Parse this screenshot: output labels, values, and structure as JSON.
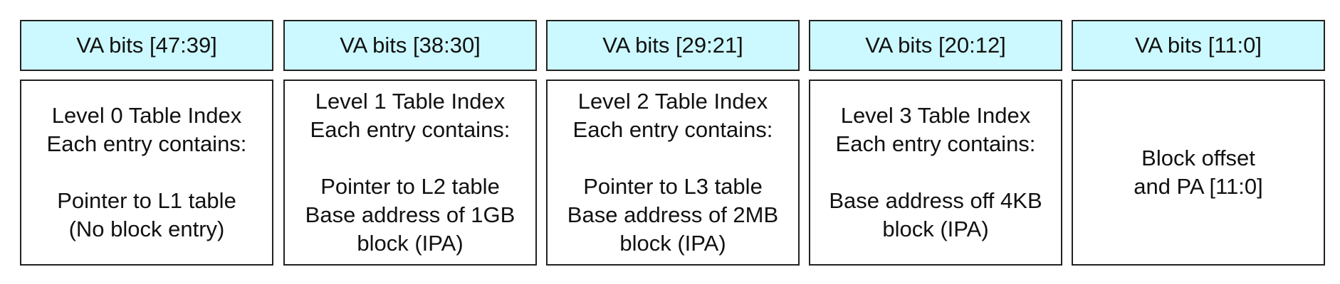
{
  "columns": [
    {
      "header": "VA bits [47:39]",
      "lines": [
        "Level 0 Table Index",
        "Each entry contains:",
        "",
        "Pointer to L1 table",
        "(No block entry)"
      ]
    },
    {
      "header": "VA bits [38:30]",
      "lines": [
        "Level 1 Table Index",
        "Each entry contains:",
        "",
        "Pointer to L2 table",
        "Base address of 1GB",
        "block (IPA)"
      ]
    },
    {
      "header": "VA bits [29:21]",
      "lines": [
        "Level 2 Table Index",
        "Each entry contains:",
        "",
        "Pointer to L3 table",
        "Base address of 2MB",
        "block (IPA)"
      ]
    },
    {
      "header": "VA bits [20:12]",
      "lines": [
        "Level 3 Table Index",
        "Each entry contains:",
        "",
        "Base address off 4KB",
        "block (IPA)"
      ]
    },
    {
      "header": "VA bits [11:0]",
      "lines": [
        "Block offset",
        "and PA [11:0]"
      ]
    }
  ]
}
